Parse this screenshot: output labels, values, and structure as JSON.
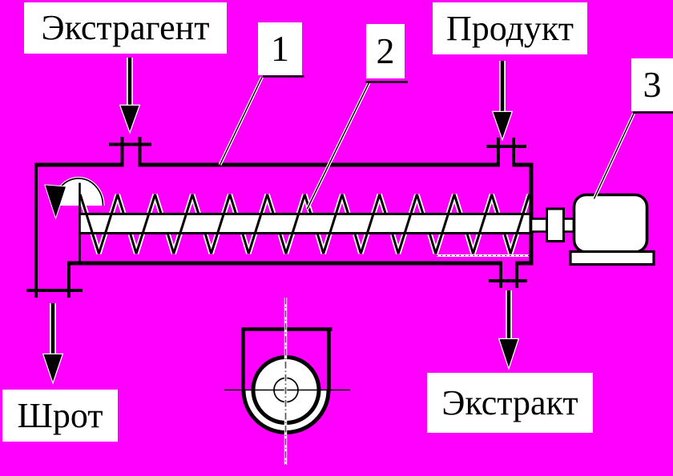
{
  "colors": {
    "background": "#ff00ff",
    "ink": "#000000",
    "label_background": "#ffffff"
  },
  "flow_labels": {
    "extragent": "Экстрагент",
    "product": "Продукт",
    "shrot": "Шрот",
    "extract": "Экстракт"
  },
  "callouts": {
    "c1": "1",
    "c2": "2",
    "c3": "3"
  },
  "icons": {
    "flow_arrows": "down-arrow-icon",
    "rotation": "rotation-arrow-icon"
  }
}
